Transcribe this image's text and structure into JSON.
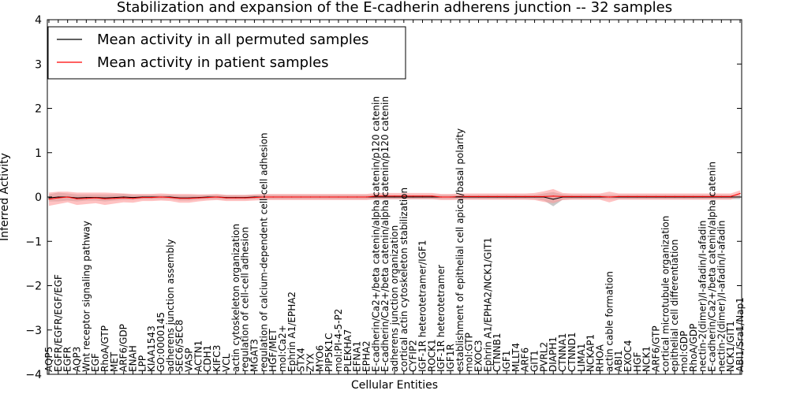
{
  "chart_data": {
    "type": "line",
    "title": "Stabilization and expansion of the E-cadherin adherens junction -- 32 samples",
    "xlabel": "Cellular Entities",
    "ylabel": "Inferred Activity",
    "ylim": [
      -4,
      4
    ],
    "yticks": [
      "4",
      "3",
      "2",
      "1",
      "0",
      "−1",
      "−2",
      "−3",
      "−4"
    ],
    "legend": {
      "placement": "top-left"
    },
    "categories": [
      "AQP5",
      "EGFR/EGFR/EGF/EGF",
      "EGFR",
      "AQP3",
      "Wnt receptor signaling pathway",
      "EGF",
      "RhoA/GTP",
      "MET",
      "ARF6/GDP",
      "ENAH",
      "LPP",
      "KIAA1543",
      "GO:0000145",
      "adherens junction assembly",
      "SEC6/SEC8",
      "VASP",
      "ACTN1",
      "CDH1",
      "KIFC3",
      "VCL",
      "actin cytoskeleton organization",
      "regulation of cell-cell adhesion",
      "MGAT3",
      "regulation of calcium-dependent cell-cell adhesion",
      "HGF/MET",
      "mol:Ca2+",
      "Ephrin A1/EPHA2",
      "STX4",
      "ZYX",
      "MYO6",
      "PIP5K1C",
      "mol:PI-4-5-P2",
      "PLEKHA7",
      "EFNA1",
      "EPHA2",
      "E-cadherin/Ca2+/beta catenin/alpha catenin/p120 catenin",
      "E-cadherin/Ca2+/beta catenin/alpha catenin/p120 catenin",
      "adherens junction organization",
      "cortical actin cytoskeleton stabilization",
      "CYFIP2",
      "IGF-1R heterotetramer/IGF1",
      "ROCK1",
      "IGF-1R heterotetramer",
      "IGF1R",
      "establishment of epithelial cell apical/basal polarity",
      "mol:GTP",
      "EXOC3",
      "Ephrin A1/EPHA2/NCK1/GIT1",
      "CTNNB1",
      "IGF1",
      "MLLT4",
      "ARF6",
      "GIT1",
      "PVRL2",
      "DIAPH1",
      "CTNNA1",
      "CTNND1",
      "LIMA1",
      "NCKAP1",
      "RHOA",
      "actin cable formation",
      "ABI1",
      "EXOC4",
      "HGF",
      "NCK1",
      "ARF6/GTP",
      "cortical microtubule organization",
      "epithelial cell differentiation",
      "mol:GDP",
      "RhoA/GDP",
      "nectin-2(dimer)/I-afadin/I-afadin",
      "E-cadherin/Ca2+/beta catenin/alpha catenin",
      "nectin-2(dimer)/I-afadin/I-afadin",
      "NCK1/GIT1",
      "ABI1/Sra1/Nap1"
    ],
    "series": [
      {
        "name": "Mean activity in all permuted samples",
        "color": "#000000",
        "band_color": "#b0b0b0",
        "values": [
          -0.02,
          0.0,
          0.0,
          -0.02,
          -0.01,
          -0.01,
          -0.02,
          -0.01,
          0.0,
          -0.01,
          0.0,
          0.0,
          0.0,
          0.0,
          -0.02,
          -0.02,
          -0.01,
          0.0,
          0.0,
          -0.01,
          -0.01,
          -0.01,
          0.0,
          0.0,
          0.0,
          0.0,
          0.0,
          0.0,
          0.0,
          0.0,
          0.0,
          0.0,
          0.0,
          0.0,
          0.0,
          0.0,
          0.0,
          0.0,
          0.0,
          0.0,
          0.0,
          0.0,
          0.0,
          0.0,
          0.0,
          0.0,
          0.0,
          0.0,
          0.0,
          0.0,
          0.0,
          0.0,
          0.0,
          0.0,
          -0.05,
          0.0,
          0.0,
          0.0,
          0.0,
          0.0,
          0.0,
          0.0,
          0.0,
          0.0,
          0.0,
          0.0,
          0.0,
          0.0,
          0.0,
          0.0,
          0.0,
          0.0,
          0.0,
          0.0,
          0.0
        ],
        "band": [
          0.08,
          0.1,
          0.08,
          0.08,
          0.07,
          0.07,
          0.08,
          0.07,
          0.07,
          0.06,
          0.05,
          0.05,
          0.05,
          0.05,
          0.06,
          0.06,
          0.05,
          0.05,
          0.05,
          0.05,
          0.05,
          0.05,
          0.05,
          0.05,
          0.05,
          0.05,
          0.05,
          0.05,
          0.05,
          0.05,
          0.05,
          0.05,
          0.05,
          0.05,
          0.05,
          0.05,
          0.05,
          0.05,
          0.05,
          0.05,
          0.05,
          0.05,
          0.05,
          0.05,
          0.05,
          0.05,
          0.05,
          0.05,
          0.05,
          0.05,
          0.05,
          0.05,
          0.05,
          0.08,
          0.16,
          0.06,
          0.05,
          0.05,
          0.05,
          0.05,
          0.05,
          0.05,
          0.05,
          0.05,
          0.05,
          0.05,
          0.05,
          0.05,
          0.05,
          0.05,
          0.05,
          0.05,
          0.05,
          0.05,
          0.05
        ]
      },
      {
        "name": "Mean activity in patient samples",
        "color": "#ff0000",
        "band_color": "#ff9999",
        "values": [
          -0.05,
          -0.02,
          0.0,
          -0.04,
          -0.03,
          -0.02,
          -0.04,
          -0.03,
          -0.02,
          -0.03,
          -0.01,
          -0.01,
          0.0,
          -0.01,
          -0.03,
          -0.03,
          -0.02,
          -0.01,
          0.0,
          -0.02,
          -0.02,
          -0.02,
          -0.01,
          0.0,
          0.0,
          0.0,
          0.0,
          0.0,
          0.0,
          0.0,
          0.0,
          0.0,
          0.0,
          0.0,
          0.0,
          0.02,
          0.02,
          0.02,
          0.02,
          0.02,
          0.02,
          0.02,
          0.0,
          0.0,
          0.01,
          0.01,
          0.01,
          0.01,
          0.01,
          0.01,
          0.01,
          0.01,
          0.01,
          0.01,
          0.02,
          0.01,
          0.01,
          0.01,
          0.01,
          0.01,
          0.0,
          0.01,
          0.01,
          0.01,
          0.01,
          0.01,
          0.01,
          0.01,
          0.01,
          0.01,
          0.01,
          0.01,
          0.01,
          0.01,
          0.08
        ],
        "band": [
          0.15,
          0.14,
          0.12,
          0.14,
          0.13,
          0.12,
          0.14,
          0.12,
          0.1,
          0.1,
          0.08,
          0.08,
          0.08,
          0.08,
          0.1,
          0.1,
          0.08,
          0.07,
          0.07,
          0.07,
          0.07,
          0.07,
          0.07,
          0.07,
          0.07,
          0.07,
          0.07,
          0.07,
          0.07,
          0.07,
          0.07,
          0.07,
          0.07,
          0.07,
          0.07,
          0.07,
          0.07,
          0.07,
          0.07,
          0.07,
          0.07,
          0.07,
          0.07,
          0.07,
          0.07,
          0.07,
          0.07,
          0.07,
          0.07,
          0.07,
          0.07,
          0.07,
          0.08,
          0.12,
          0.16,
          0.08,
          0.07,
          0.07,
          0.07,
          0.07,
          0.12,
          0.07,
          0.07,
          0.07,
          0.07,
          0.07,
          0.07,
          0.07,
          0.07,
          0.07,
          0.07,
          0.07,
          0.07,
          0.07,
          0.07
        ]
      }
    ]
  }
}
